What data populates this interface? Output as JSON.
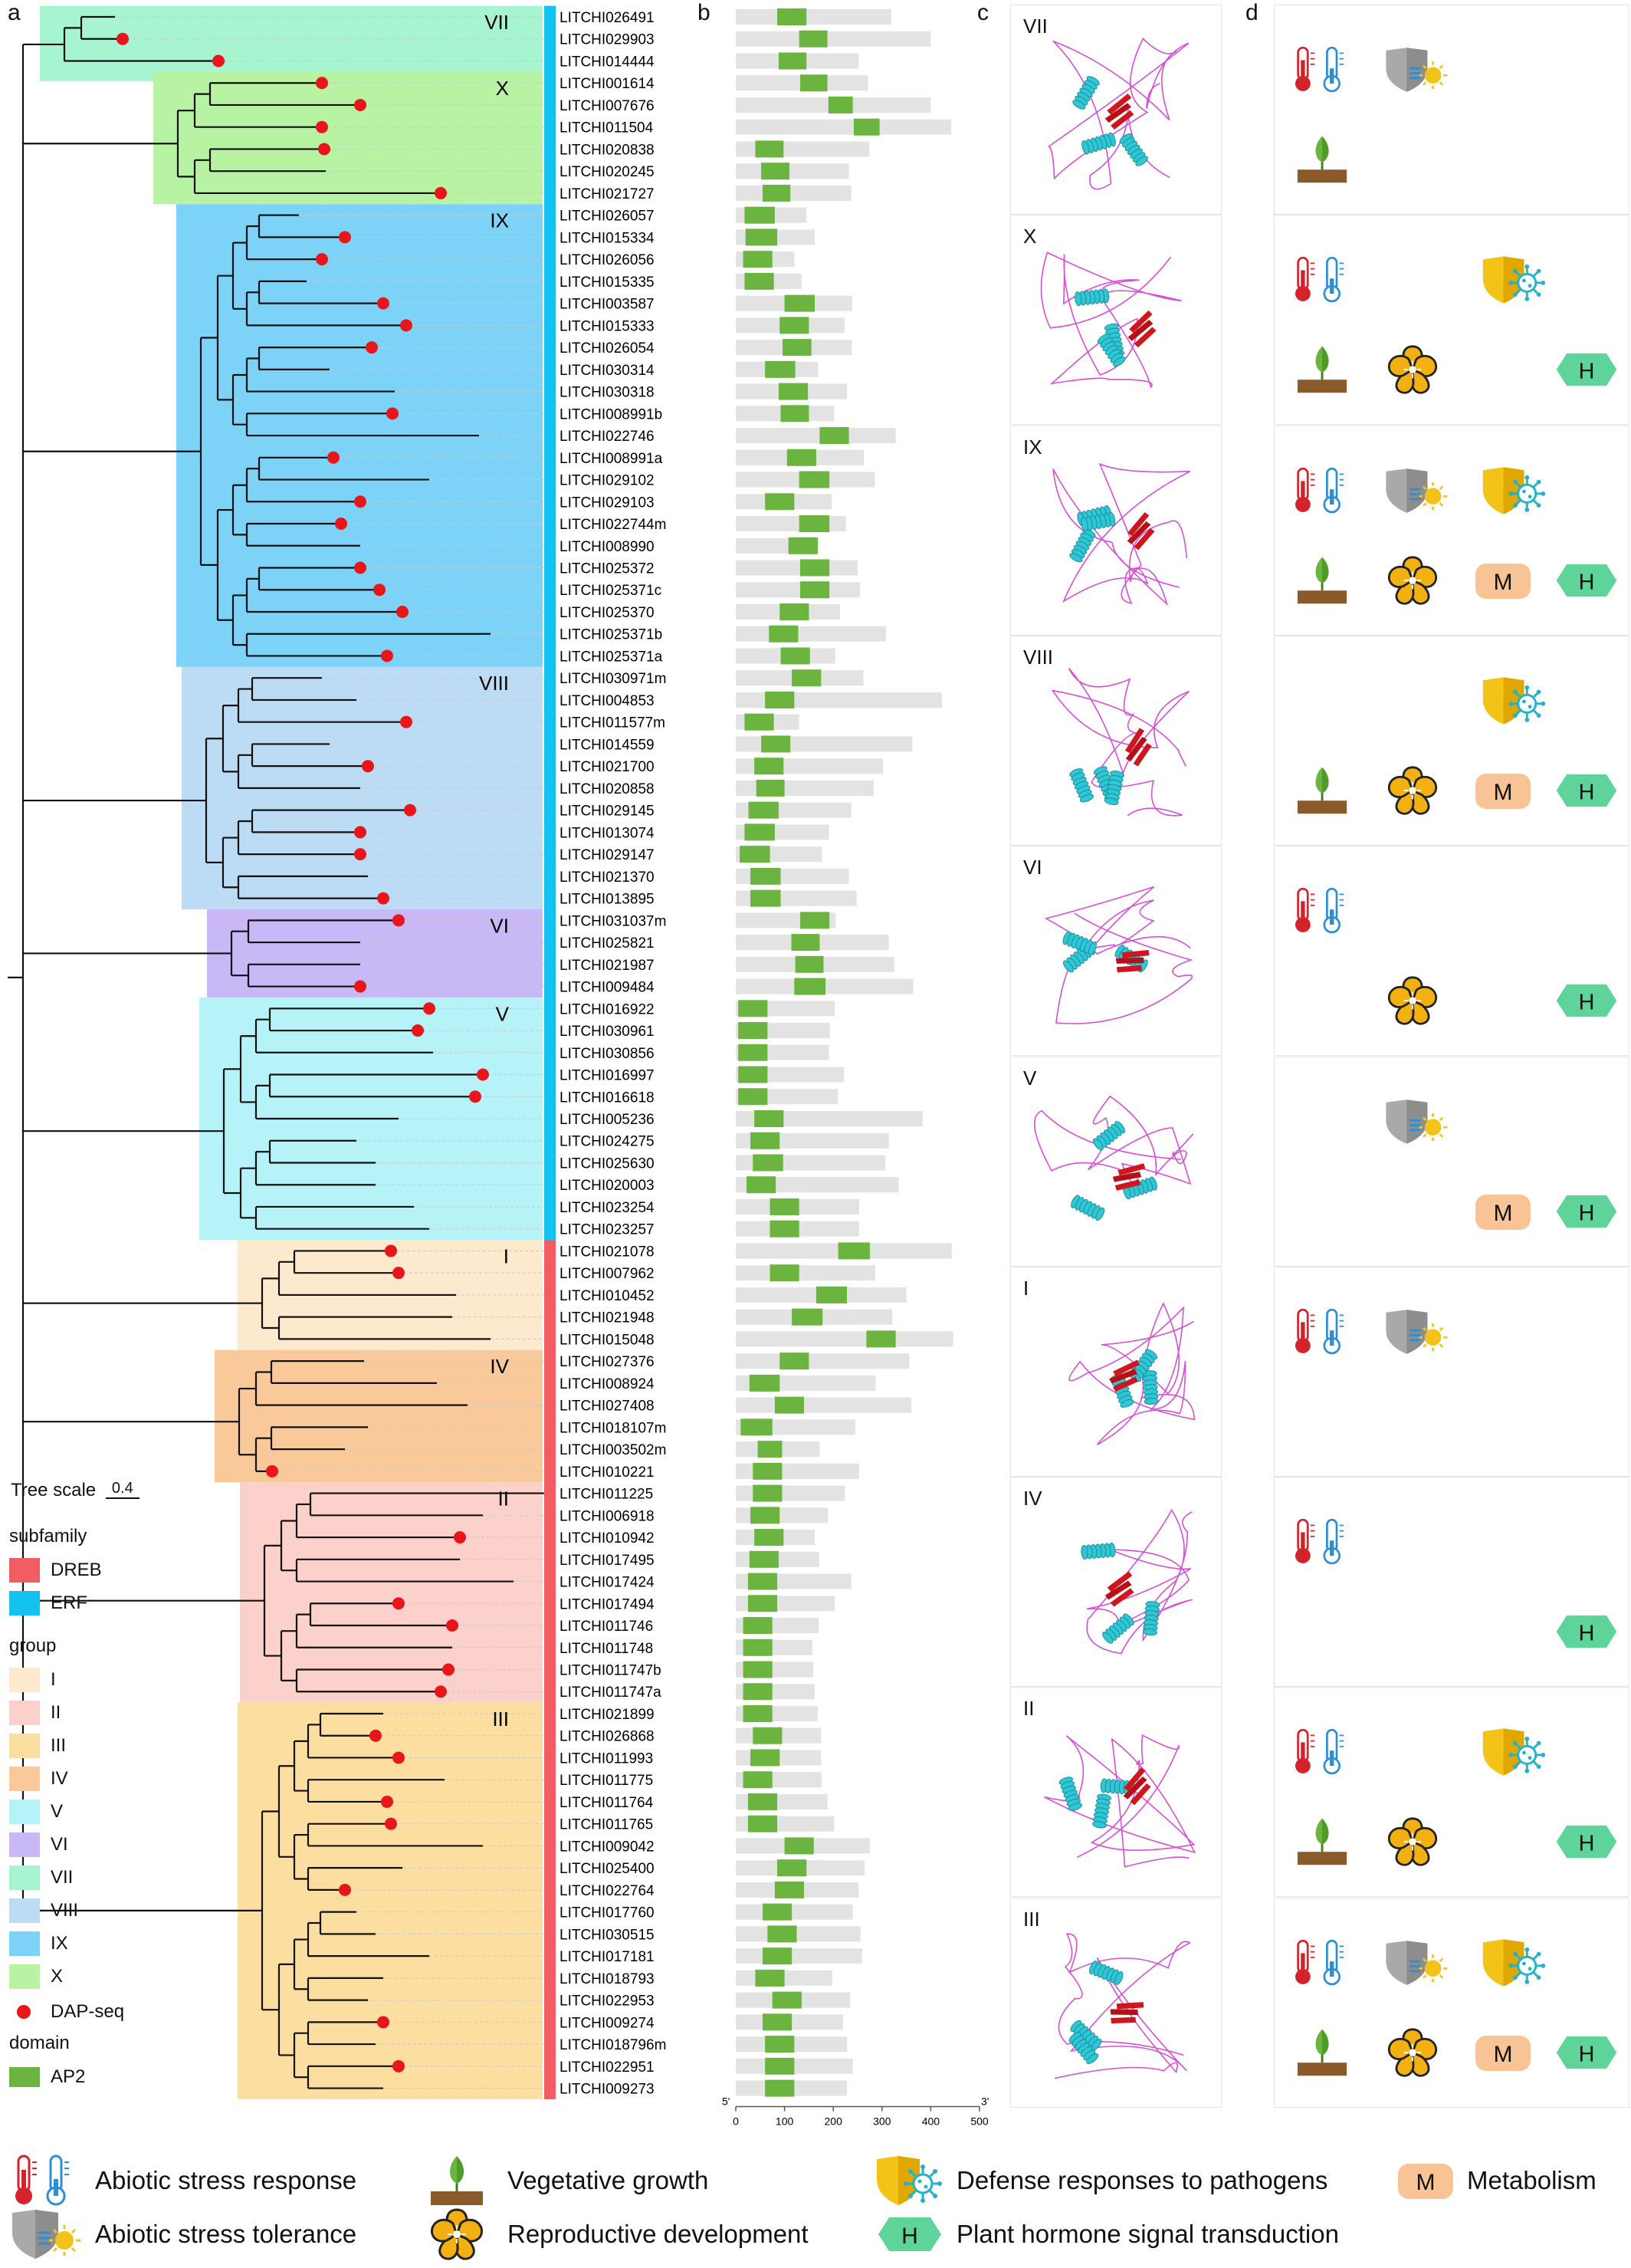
{
  "panel_letters": [
    "a",
    "b",
    "c",
    "d"
  ],
  "tree_scale": {
    "label": "Tree scale",
    "value": "0.4"
  },
  "genes": [
    "LITCHI026491",
    "LITCHI029903",
    "LITCHI014444",
    "LITCHI001614",
    "LITCHI007676",
    "LITCHI011504",
    "LITCHI020838",
    "LITCHI020245",
    "LITCHI021727",
    "LITCHI026057",
    "LITCHI015334",
    "LITCHI026056",
    "LITCHI015335",
    "LITCHI003587",
    "LITCHI015333",
    "LITCHI026054",
    "LITCHI030314",
    "LITCHI030318",
    "LITCHI008991b",
    "LITCHI022746",
    "LITCHI008991a",
    "LITCHI029102",
    "LITCHI029103",
    "LITCHI022744m",
    "LITCHI008990",
    "LITCHI025372",
    "LITCHI025371c",
    "LITCHI025370",
    "LITCHI025371b",
    "LITCHI025371a",
    "LITCHI030971m",
    "LITCHI004853",
    "LITCHI011577m",
    "LITCHI014559",
    "LITCHI021700",
    "LITCHI020858",
    "LITCHI029145",
    "LITCHI013074",
    "LITCHI029147",
    "LITCHI021370",
    "LITCHI013895",
    "LITCHI031037m",
    "LITCHI025821",
    "LITCHI021987",
    "LITCHI009484",
    "LITCHI016922",
    "LITCHI030961",
    "LITCHI030856",
    "LITCHI016997",
    "LITCHI016618",
    "LITCHI005236",
    "LITCHI024275",
    "LITCHI025630",
    "LITCHI020003",
    "LITCHI023254",
    "LITCHI023257",
    "LITCHI021078",
    "LITCHI007962",
    "LITCHI010452",
    "LITCHI021948",
    "LITCHI015048",
    "LITCHI027376",
    "LITCHI008924",
    "LITCHI027408",
    "LITCHI018107m",
    "LITCHI003502m",
    "LITCHI010221",
    "LITCHI011225",
    "LITCHI006918",
    "LITCHI010942",
    "LITCHI017495",
    "LITCHI017424",
    "LITCHI017494",
    "LITCHI011746",
    "LITCHI011748",
    "LITCHI011747b",
    "LITCHI011747a",
    "LITCHI021899",
    "LITCHI026868",
    "LITCHI011993",
    "LITCHI011775",
    "LITCHI011764",
    "LITCHI011765",
    "LITCHI009042",
    "LITCHI025400",
    "LITCHI022764",
    "LITCHI017760",
    "LITCHI030515",
    "LITCHI017181",
    "LITCHI018793",
    "LITCHI022953",
    "LITCHI009274",
    "LITCHI018796m",
    "LITCHI022951",
    "LITCHI009273"
  ],
  "groups": [
    {
      "label": "VII",
      "color": "#a6f4d0",
      "start": 0,
      "end": 2
    },
    {
      "label": "X",
      "color": "#b8f2a3",
      "start": 3,
      "end": 8
    },
    {
      "label": "IX",
      "color": "#7dd2f8",
      "start": 9,
      "end": 29
    },
    {
      "label": "VIII",
      "color": "#bcdcf6",
      "start": 30,
      "end": 40
    },
    {
      "label": "VI",
      "color": "#c8b8f6",
      "start": 41,
      "end": 44
    },
    {
      "label": "V",
      "color": "#b5f3f8",
      "start": 45,
      "end": 55
    },
    {
      "label": "I",
      "color": "#fde9cd",
      "start": 56,
      "end": 60
    },
    {
      "label": "IV",
      "color": "#fac99a",
      "start": 61,
      "end": 66
    },
    {
      "label": "II",
      "color": "#fcd0cb",
      "start": 67,
      "end": 76
    },
    {
      "label": "III",
      "color": "#fcdfa0",
      "start": 77,
      "end": 94
    }
  ],
  "subfamily_bars": [
    {
      "name": "ERF",
      "color": "#13c2ee",
      "start": 0,
      "end": 55
    },
    {
      "name": "DREB",
      "color": "#f25c63",
      "start": 56,
      "end": 94
    }
  ],
  "dap_seq_genes": [
    1,
    2,
    3,
    4,
    5,
    6,
    8,
    10,
    11,
    13,
    14,
    15,
    18,
    20,
    22,
    23,
    25,
    26,
    27,
    29,
    32,
    34,
    36,
    37,
    38,
    40,
    41,
    44,
    45,
    46,
    48,
    49,
    56,
    57,
    66,
    69,
    72,
    73,
    75,
    76,
    78,
    79,
    81,
    82,
    85,
    91,
    93
  ],
  "protein_lengths": [
    319,
    400,
    252,
    271,
    400,
    442,
    274,
    232,
    237,
    145,
    162,
    120,
    135,
    239,
    223,
    238,
    169,
    228,
    202,
    328,
    263,
    285,
    197,
    226,
    170,
    250,
    255,
    214,
    308,
    204,
    262,
    423,
    130,
    362,
    302,
    283,
    237,
    191,
    177,
    232,
    248,
    205,
    314,
    325,
    364,
    203,
    193,
    191,
    222,
    209,
    383,
    314,
    307,
    334,
    253,
    253,
    443,
    286,
    350,
    321,
    446,
    356,
    287,
    360,
    245,
    172,
    253,
    224,
    189,
    162,
    171,
    237,
    203,
    170,
    157,
    159,
    162,
    168,
    175,
    175,
    176,
    188,
    202,
    275,
    264,
    252,
    240,
    256,
    259,
    198,
    235,
    220,
    228,
    240,
    228
  ],
  "ap2_domains": [
    [
      85,
      145
    ],
    [
      130,
      188
    ],
    [
      88,
      145
    ],
    [
      132,
      188
    ],
    [
      190,
      240
    ],
    [
      242,
      295
    ],
    [
      40,
      98
    ],
    [
      52,
      110
    ],
    [
      55,
      112
    ],
    [
      18,
      80
    ],
    [
      20,
      85
    ],
    [
      15,
      75
    ],
    [
      18,
      78
    ],
    [
      100,
      162
    ],
    [
      90,
      150
    ],
    [
      96,
      155
    ],
    [
      60,
      122
    ],
    [
      88,
      148
    ],
    [
      92,
      150
    ],
    [
      172,
      232
    ],
    [
      105,
      165
    ],
    [
      130,
      192
    ],
    [
      60,
      120
    ],
    [
      130,
      192
    ],
    [
      108,
      168
    ],
    [
      132,
      192
    ],
    [
      132,
      192
    ],
    [
      90,
      150
    ],
    [
      68,
      128
    ],
    [
      92,
      152
    ],
    [
      115,
      175
    ],
    [
      60,
      120
    ],
    [
      18,
      78
    ],
    [
      52,
      112
    ],
    [
      38,
      98
    ],
    [
      42,
      100
    ],
    [
      26,
      88
    ],
    [
      18,
      80
    ],
    [
      8,
      70
    ],
    [
      30,
      92
    ],
    [
      30,
      92
    ],
    [
      132,
      192
    ],
    [
      114,
      172
    ],
    [
      122,
      180
    ],
    [
      120,
      184
    ],
    [
      5,
      65
    ],
    [
      5,
      65
    ],
    [
      5,
      65
    ],
    [
      5,
      65
    ],
    [
      5,
      65
    ],
    [
      38,
      98
    ],
    [
      30,
      90
    ],
    [
      35,
      97
    ],
    [
      22,
      82
    ],
    [
      70,
      130
    ],
    [
      70,
      130
    ],
    [
      210,
      275
    ],
    [
      70,
      130
    ],
    [
      165,
      228
    ],
    [
      115,
      178
    ],
    [
      268,
      328
    ],
    [
      90,
      150
    ],
    [
      28,
      90
    ],
    [
      80,
      140
    ],
    [
      10,
      75
    ],
    [
      45,
      95
    ],
    [
      35,
      95
    ],
    [
      35,
      95
    ],
    [
      30,
      90
    ],
    [
      38,
      98
    ],
    [
      28,
      88
    ],
    [
      25,
      85
    ],
    [
      25,
      85
    ],
    [
      15,
      75
    ],
    [
      15,
      75
    ],
    [
      15,
      75
    ],
    [
      15,
      75
    ],
    [
      15,
      75
    ],
    [
      35,
      95
    ],
    [
      30,
      90
    ],
    [
      15,
      75
    ],
    [
      25,
      85
    ],
    [
      25,
      85
    ],
    [
      100,
      160
    ],
    [
      85,
      145
    ],
    [
      80,
      140
    ],
    [
      55,
      115
    ],
    [
      65,
      125
    ],
    [
      55,
      115
    ],
    [
      40,
      100
    ],
    [
      75,
      135
    ],
    [
      55,
      115
    ],
    [
      60,
      120
    ],
    [
      60,
      120
    ],
    [
      60,
      120
    ]
  ],
  "axis": {
    "ticks": [
      "0",
      "100",
      "200",
      "300",
      "400",
      "500"
    ],
    "max": 500,
    "start_label": "5'",
    "end_label": "3'"
  },
  "structure_panels": [
    "VII",
    "X",
    "IX",
    "VIII",
    "VI",
    "V",
    "I",
    "IV",
    "II",
    "III"
  ],
  "function_panels": [
    {
      "abiotic_stress_response": true,
      "abiotic_stress_tolerance": true,
      "defense": false,
      "vegetative": true,
      "reproductive": false,
      "metabolism": false,
      "hormone": false
    },
    {
      "abiotic_stress_response": true,
      "abiotic_stress_tolerance": false,
      "defense": true,
      "vegetative": true,
      "reproductive": true,
      "metabolism": false,
      "hormone": true
    },
    {
      "abiotic_stress_response": true,
      "abiotic_stress_tolerance": true,
      "defense": true,
      "vegetative": true,
      "reproductive": true,
      "metabolism": true,
      "hormone": true
    },
    {
      "abiotic_stress_response": false,
      "abiotic_stress_tolerance": false,
      "defense": true,
      "vegetative": true,
      "reproductive": true,
      "metabolism": true,
      "hormone": true
    },
    {
      "abiotic_stress_response": true,
      "abiotic_stress_tolerance": false,
      "defense": false,
      "vegetative": false,
      "reproductive": true,
      "metabolism": false,
      "hormone": true
    },
    {
      "abiotic_stress_response": false,
      "abiotic_stress_tolerance": true,
      "defense": false,
      "vegetative": false,
      "reproductive": false,
      "metabolism": true,
      "hormone": true
    },
    {
      "abiotic_stress_response": true,
      "abiotic_stress_tolerance": true,
      "defense": false,
      "vegetative": false,
      "reproductive": false,
      "metabolism": false,
      "hormone": false
    },
    {
      "abiotic_stress_response": true,
      "abiotic_stress_tolerance": false,
      "defense": false,
      "vegetative": false,
      "reproductive": false,
      "metabolism": false,
      "hormone": true
    },
    {
      "abiotic_stress_response": true,
      "abiotic_stress_tolerance": false,
      "defense": true,
      "vegetative": true,
      "reproductive": true,
      "metabolism": false,
      "hormone": true
    },
    {
      "abiotic_stress_response": true,
      "abiotic_stress_tolerance": true,
      "defense": true,
      "vegetative": true,
      "reproductive": true,
      "metabolism": true,
      "hormone": true
    }
  ],
  "icon_text": {
    "metabolism": "M",
    "hormone": "H"
  },
  "legend": {
    "subfamily_title": "subfamily",
    "subfamilies": [
      {
        "name": "DREB",
        "color": "#f25c63"
      },
      {
        "name": "ERF",
        "color": "#13c2ee"
      }
    ],
    "group_title": "group",
    "groups": [
      {
        "name": "I",
        "color": "#fde9cd"
      },
      {
        "name": "II",
        "color": "#fcd0cb"
      },
      {
        "name": "III",
        "color": "#fcdfa0"
      },
      {
        "name": "IV",
        "color": "#fac99a"
      },
      {
        "name": "V",
        "color": "#b5f3f8"
      },
      {
        "name": "VI",
        "color": "#c8b8f6"
      },
      {
        "name": "VII",
        "color": "#a6f4d0"
      },
      {
        "name": "VIII",
        "color": "#bcdcf6"
      },
      {
        "name": "IX",
        "color": "#7dd2f8"
      },
      {
        "name": "X",
        "color": "#b8f2a3"
      }
    ],
    "dap_label": "DAP-seq",
    "domain_title": "domain",
    "domain_name": "AP2",
    "domain_color": "#6bb43f"
  },
  "bottom_legend": {
    "abiotic_stress_response": "Abiotic stress response",
    "abiotic_stress_tolerance": "Abiotic stress tolerance",
    "vegetative": "Vegetative growth",
    "reproductive": "Reproductive development",
    "defense": "Defense responses to pathogens",
    "metabolism": "Metabolism",
    "hormone": "Plant hormone signal transduction"
  }
}
